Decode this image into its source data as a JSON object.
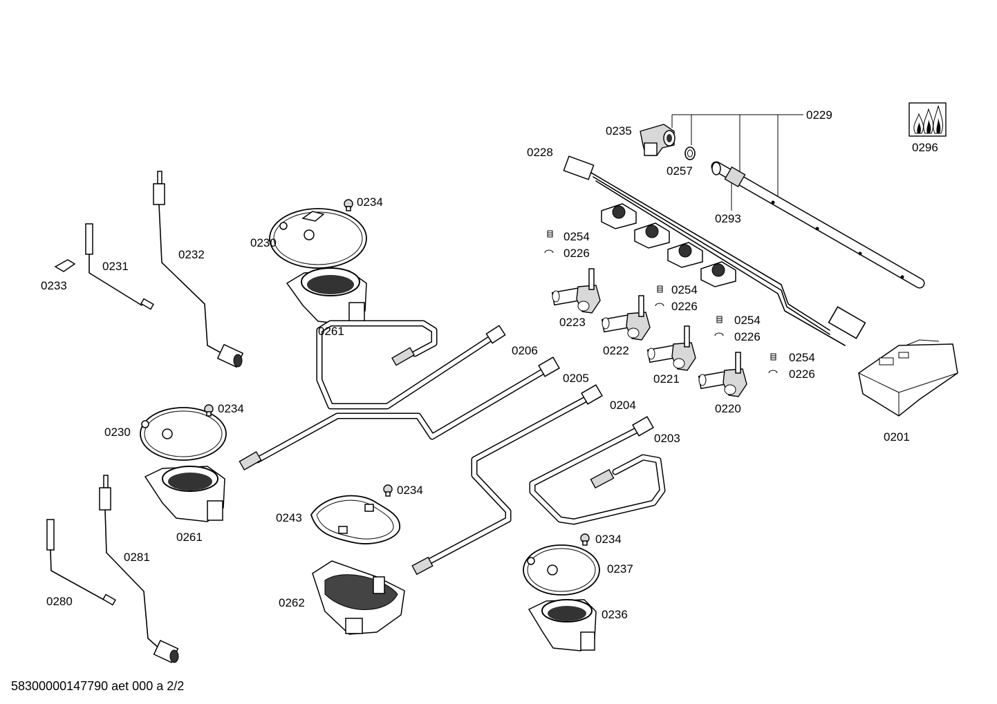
{
  "labels": {
    "p0229": "0229",
    "p0296": "0296",
    "p0235": "0235",
    "p0257": "0257",
    "p0228": "0228",
    "p0293": "0293",
    "p0254_a": "0254",
    "p0226_a": "0226",
    "p0254_b": "0254",
    "p0226_b": "0226",
    "p0254_c": "0254",
    "p0226_c": "0226",
    "p0254_d": "0254",
    "p0226_d": "0226",
    "p0223": "0223",
    "p0222": "0222",
    "p0221": "0221",
    "p0220": "0220",
    "p0201": "0201",
    "p0234_a": "0234",
    "p0230_a": "0230",
    "p0261_a": "0261",
    "p0232": "0232",
    "p0231": "0231",
    "p0233": "0233",
    "p0206": "0206",
    "p0205": "0205",
    "p0204": "0204",
    "p0203": "0203",
    "p0234_b": "0234",
    "p0230_b": "0230",
    "p0261_b": "0261",
    "p0234_c": "0234",
    "p0243": "0243",
    "p0262": "0262",
    "p0234_d": "0234",
    "p0237": "0237",
    "p0236": "0236",
    "p0281": "0281",
    "p0280": "0280"
  },
  "footer": "58300000147790 aet 000 a 2/2"
}
